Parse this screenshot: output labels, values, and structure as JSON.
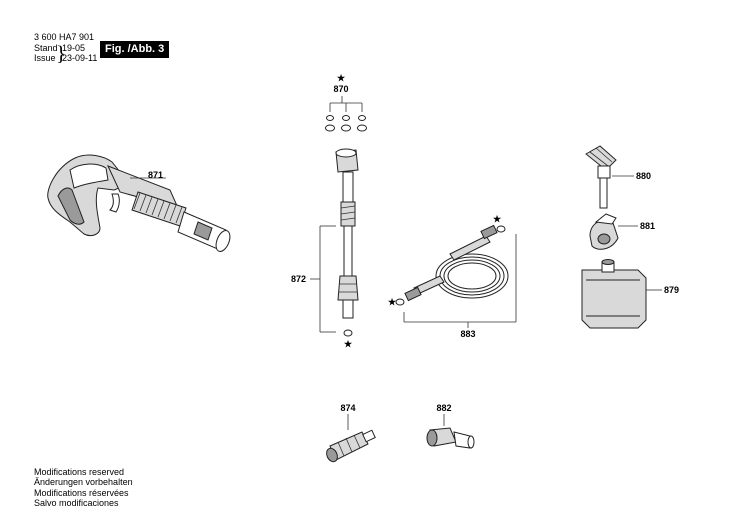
{
  "header": {
    "doc_number": "3 600 HA7 901",
    "stand_label": "Stand",
    "stand_date": "19-05",
    "issue_label": "Issue",
    "issue_date": "23-09-11",
    "figure_badge": "Fig. /Abb. 3"
  },
  "parts": {
    "p870": "870",
    "p871": "871",
    "p872": "872",
    "p874": "874",
    "p879": "879",
    "p880": "880",
    "p881": "881",
    "p882": "882",
    "p883": "883"
  },
  "star_symbol": "★",
  "notes": [
    "Modifications reserved",
    "Änderungen vorbehalten",
    "Modifications réservées",
    "Salvo modificaciones"
  ]
}
